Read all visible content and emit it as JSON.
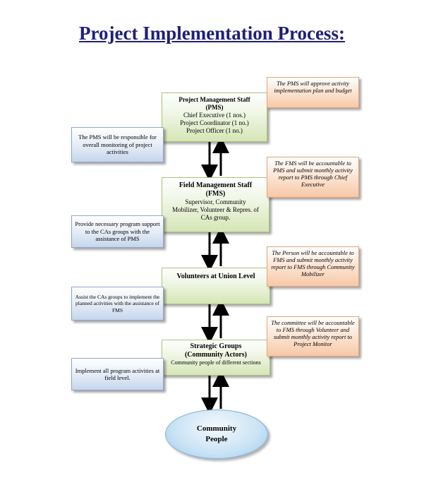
{
  "title": "Project Implementation Process:",
  "levels": [
    {
      "name": "Project Management Staff",
      "abbr": "(PMS)",
      "lines": [
        "Chief Executive (1 nos.)",
        "Project Coordinator (1 no.)",
        "Project Officer (1 no.)"
      ]
    },
    {
      "name": "Field Management Staff",
      "abbr": "(FMS)",
      "lines": [
        "Supervisor, Community",
        "Mobilizer, Volunteer & Repres. of",
        "CAs group."
      ]
    },
    {
      "name": "Volunteers at Union Level"
    },
    {
      "name": "Strategic Groups",
      "abbr": "(Community Actors)",
      "lines": [
        "Community people of different sections"
      ]
    }
  ],
  "left_notes": [
    "The PMS will be responsible for overall monitoring of project activities",
    "Provide necessary program support to the CAs groups with the assistance of PMS",
    "Assist the CAs groups to implement the planned activities with the assistance of FMS",
    "Implement all program activities at field level."
  ],
  "right_notes": [
    "The PMS will approve activity implementation plan and budget",
    "The FMS will be accountable to PMS and submit monthly activity report to PMS through Chief Executive",
    "The Person will be accountable to FMS and submit monthly activity report to FMS through Community Mobilizer",
    "The committee will be accountable to FMS through Volunteer and submit monthly activity report to Project Monitor"
  ],
  "bottom": [
    "Community",
    "People"
  ],
  "colors": {
    "title": "#1f1f7a",
    "green": "#d5e6b6",
    "blue": "#c6d5ec",
    "orange": "#f7c8a6",
    "ellipse": "#9cc8e9"
  }
}
